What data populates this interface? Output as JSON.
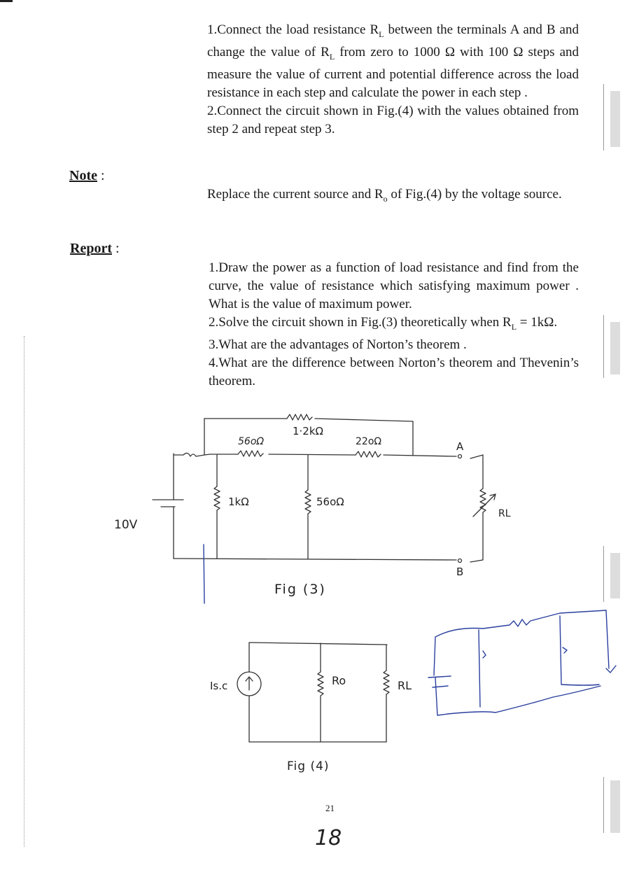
{
  "steps": {
    "step1": "1.Connect the load resistance R",
    "step1_sub": "L",
    "step1_a": " between the terminals A and B and change the value of R",
    "step1_b": " from zero to 1000 Ω with 100 Ω steps and measure the value of current and potential difference across the load resistance in each step and calculate the power in each step .",
    "step2": "2.Connect the circuit shown in Fig.(4) with the values obtained from step 2 and repeat step 3."
  },
  "note": {
    "heading": "Note",
    "colon": " :",
    "text_a": "Replace the current source and R",
    "text_sub": "o",
    "text_b": " of Fig.(4) by the voltage source."
  },
  "report": {
    "heading": "Report",
    "colon": " :",
    "q1": "1.Draw the power as a function of load resistance and find from the curve, the value of resistance which satisfying maximum power . What is the value of maximum power.",
    "q2_a": "2.Solve the circuit shown in Fig.(3) theoretically when R",
    "q2_sub": "L",
    "q2_b": " = 1kΩ.",
    "q3": "3.What are the advantages of Norton’s theorem .",
    "q4": "4.What are the difference between Norton’s theorem and Thevenin’s theorem."
  },
  "fig3": {
    "source": "10V",
    "r_top": "1·2kΩ",
    "r_left_series": "56oΩ",
    "r_right_series": "22oΩ",
    "r_shunt1": "1kΩ",
    "r_shunt2": "56oΩ",
    "load": "RL",
    "terminal_a": "A",
    "terminal_b": "B",
    "caption": "Fig (3)"
  },
  "fig4": {
    "source": "Is.c",
    "r_o": "Ro",
    "r_l": "RL",
    "caption": "Fig (4)"
  },
  "page_number": "21",
  "handwritten_number": "18",
  "colors": {
    "ink": "#1a1a1a",
    "pen": "#2a3f9e",
    "pencil": "#333333"
  }
}
